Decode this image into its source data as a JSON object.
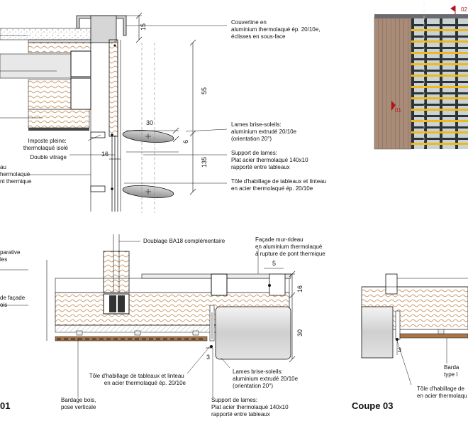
{
  "labels": {
    "couvertine": [
      "Couvertine en",
      "aluminium thermolaqué ép. 20/10e,",
      "éclisses en sous-face"
    ],
    "lames_top": [
      "Lames brise-soleils:",
      "aluminium extrudé 20/10e",
      "(orientation 20°)"
    ],
    "support_top": [
      "Support de lames:",
      "Plat acier thermolaqué 140x10",
      "rapporté entre tableaux"
    ],
    "tole_top": [
      "Tôle d'habillage de tableaux et linteau",
      "en acier thermolaqué ép. 20/10e"
    ],
    "imposte": [
      "Imposte pleine:",
      "thermolaqué isolé"
    ],
    "double_vitrage": "Double vitrage",
    "cut_left_top": [
      "au",
      "hermolaqué",
      "nt thermique"
    ],
    "doublage": "Doublage BA18 complémentaire",
    "facade": [
      "Façade mur-rideau",
      "en aluminium thermolaqué",
      "à rupture de pont thermique"
    ],
    "cut_left_mid": [
      "parative",
      "les"
    ],
    "cut_left_mid2": [
      "de façade",
      "ois"
    ],
    "tole_bottom": [
      "Tôle d'habillage de tableaux et linteau",
      "en acier thermolaqué ép. 20/10e"
    ],
    "lames_bottom": [
      "Lames brise-soleils:",
      "aluminium extrudé 20/10e",
      "(orientation 20°)"
    ],
    "bardage": [
      "Bardage bois,",
      "pose verticale"
    ],
    "support_bottom": [
      "Support de lames:",
      "Plat acier thermolaqué 140x10",
      "rapporté entre tableaux"
    ],
    "bardage_right": [
      "Barda",
      "type l"
    ],
    "tole_right": [
      "Tôle d'habillage de",
      "en acier thermolaqu"
    ]
  },
  "dimensions": {
    "d15": "15",
    "d55": "55",
    "d30_top": "30",
    "d6": "6",
    "d16_top": "16",
    "d135": "135",
    "d5": "5",
    "d16_bottom": "16",
    "d30_bottom": "30",
    "d3_bottom": "3",
    "d3_right": "3"
  },
  "section_titles": {
    "coupe01": "01",
    "coupe03": "Coupe 03"
  },
  "elevation_markers": {
    "marker_top": "02",
    "marker_left": "01"
  },
  "colors": {
    "insulation_wave": "#b77b3e",
    "wood_cladding": "#a98c78",
    "louvre_yellow": "#f0b81e",
    "glass": "#c9d3d4",
    "frame_dark": "#2d3336",
    "marker_red": "#b3141b"
  }
}
